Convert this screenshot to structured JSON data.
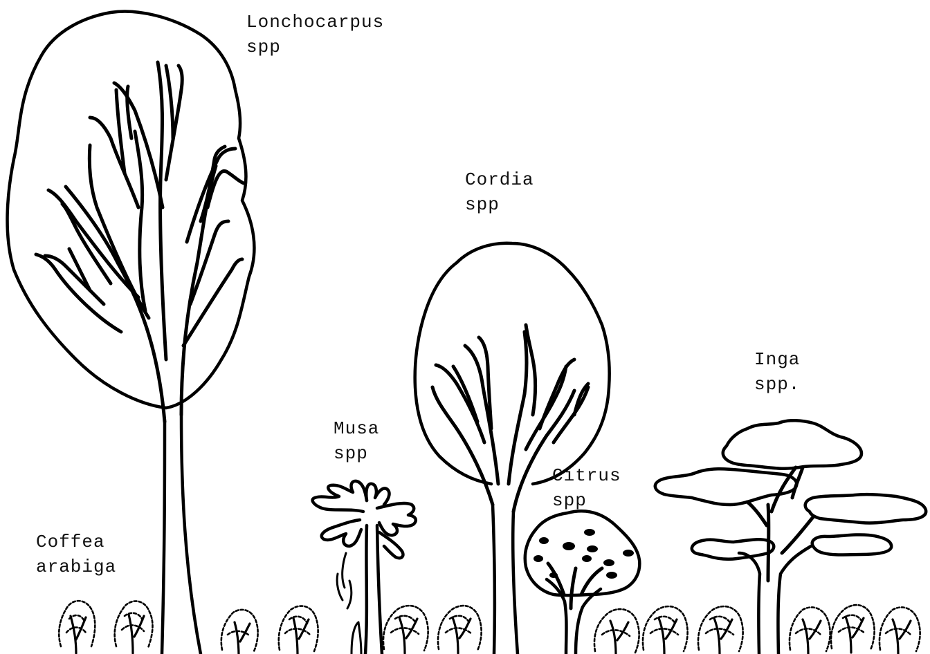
{
  "labels": {
    "lonchocarpus": {
      "line1": "Lonchocarpus",
      "line2": "spp"
    },
    "cordia": {
      "line1": "Cordia",
      "line2": "spp"
    },
    "inga": {
      "line1": "Inga",
      "line2": "spp."
    },
    "musa": {
      "line1": "Musa",
      "line2": "spp"
    },
    "citrus": {
      "line1": "Citrus",
      "line2": "spp"
    },
    "coffea": {
      "line1": "Coffea",
      "line2": "arabiga"
    }
  }
}
